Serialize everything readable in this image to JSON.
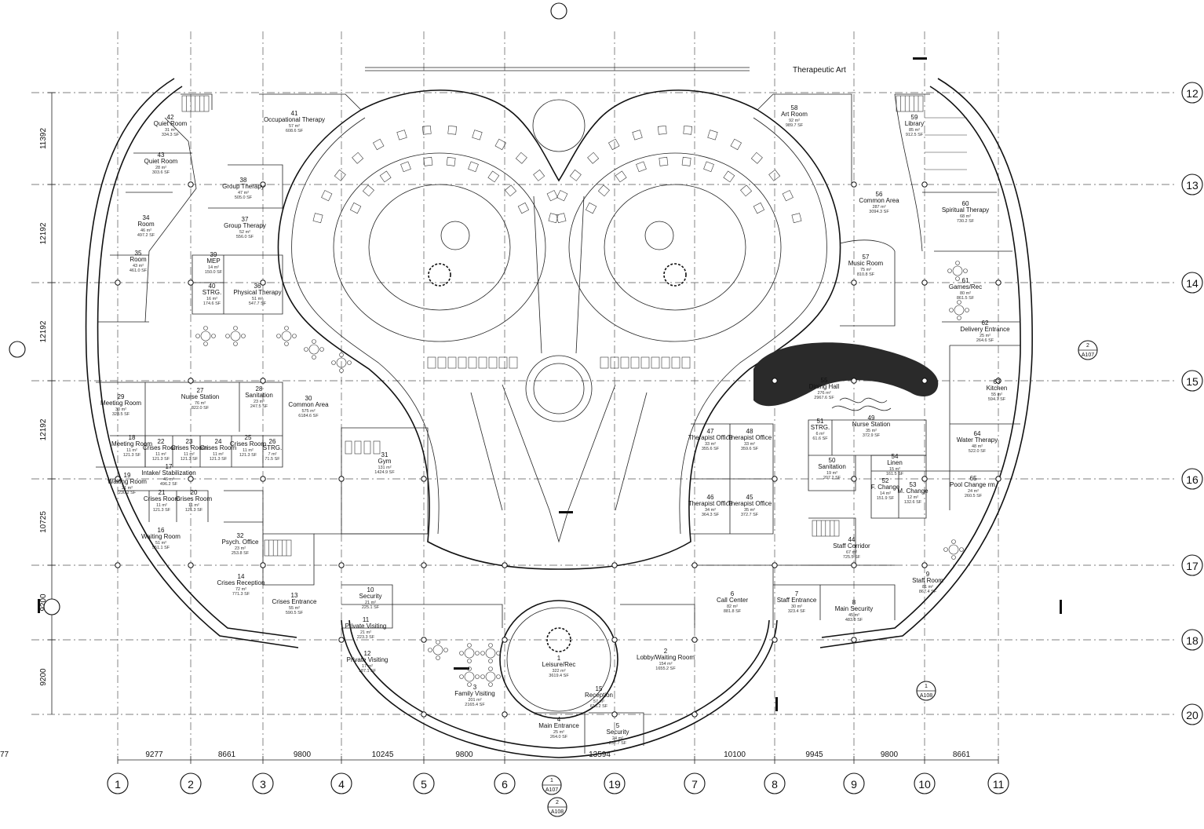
{
  "annotation": "Therapeutic Art",
  "grid_columns": [
    "1",
    "2",
    "3",
    "4",
    "5",
    "6",
    "19",
    "7",
    "8",
    "9",
    "10",
    "11"
  ],
  "grid_rows": [
    "12",
    "13",
    "14",
    "15",
    "16",
    "17",
    "18",
    "20"
  ],
  "horizontal_dimensions": [
    "9277",
    "8661",
    "9800",
    "10245",
    "9800",
    "13594",
    "10100",
    "9945",
    "9800",
    "8661",
    "9277"
  ],
  "vertical_dimensions": [
    "11392",
    "12192",
    "12192",
    "12192",
    "10725",
    "9200",
    "9200"
  ],
  "section_markers": [
    {
      "num": "2",
      "sheet": "A107"
    },
    {
      "num": "1",
      "sheet": "A107"
    },
    {
      "num": "2",
      "sheet": "A108"
    },
    {
      "num": "1",
      "sheet": "A108"
    }
  ],
  "rooms": [
    {
      "num": "41",
      "name": "Occupational Therapy",
      "area": "57 m²\n608.6 SF"
    },
    {
      "num": "42",
      "name": "Quiet Room",
      "area": "31 m²\n334.3 SF"
    },
    {
      "num": "43",
      "name": "Quiet Room",
      "area": "28 m²\n303.6 SF"
    },
    {
      "num": "34",
      "name": "Room",
      "area": "46 m²\n497.2 SF"
    },
    {
      "num": "35",
      "name": "Room",
      "area": "43 m²\n461.0 SF"
    },
    {
      "num": "38",
      "name": "Group Therapy",
      "area": "47 m²\n505.0 SF"
    },
    {
      "num": "37",
      "name": "Group Therapy",
      "area": "52 m²\n556.0 SF"
    },
    {
      "num": "39",
      "name": "MEP",
      "area": "14 m²\n150.0 SF"
    },
    {
      "num": "40",
      "name": "STRG.",
      "area": "16 m²\n174.6 SF"
    },
    {
      "num": "36",
      "name": "Physical Therapy",
      "area": "51 m²\n547.7 SF"
    },
    {
      "num": "29",
      "name": "Meeting Room",
      "area": "30 m²\n328.5 SF"
    },
    {
      "num": "27",
      "name": "Nurse Station",
      "area": "76 m²\n822.0 SF"
    },
    {
      "num": "28",
      "name": "Sanitation",
      "area": "23 m²\n247.5 SF"
    },
    {
      "num": "30",
      "name": "Common Area",
      "area": "575 m²\n6184.6 SF"
    },
    {
      "num": "18",
      "name": "Meeting Room",
      "area": "11 m²\n121.3 SF"
    },
    {
      "num": "22",
      "name": "Crises Room",
      "area": "11 m²\n121.3 SF"
    },
    {
      "num": "23",
      "name": "Crises Room",
      "area": "11 m²\n121.3 SF"
    },
    {
      "num": "24",
      "name": "Crises Room",
      "area": "11 m²\n121.3 SF"
    },
    {
      "num": "25",
      "name": "Crises Room",
      "area": "11 m²\n121.3 SF"
    },
    {
      "num": "26",
      "name": "STRG.",
      "area": "7 m²\n71.5 SF"
    },
    {
      "num": "17",
      "name": "Intake/ Stabilization",
      "area": "46 m²\n496.2 SF"
    },
    {
      "num": "31",
      "name": "Gym",
      "area": "131 m²\n1424.9 SF"
    },
    {
      "num": "19",
      "name": "Waiting Room",
      "area": "21 m²\n230.2 SF"
    },
    {
      "num": "21",
      "name": "Crises Room",
      "area": "11 m²\n121.3 SF"
    },
    {
      "num": "20",
      "name": "Crises Room",
      "area": "11 m²\n121.3 SF"
    },
    {
      "num": "16",
      "name": "Waiting Room",
      "area": "51 m²\n551.1 SF"
    },
    {
      "num": "32",
      "name": "Psych. Office",
      "area": "23 m²\n253.8 SF"
    },
    {
      "num": "14",
      "name": "Crises Reception",
      "area": "72 m²\n771.3 SF"
    },
    {
      "num": "13",
      "name": "Crises Entrance",
      "area": "55 m²\n590.5 SF"
    },
    {
      "num": "10",
      "name": "Security",
      "area": "21 m²\n225.1 SF"
    },
    {
      "num": "11",
      "name": "Private Visiting",
      "area": "21 m²\n223.3 SF"
    },
    {
      "num": "12",
      "name": "Private Visiting",
      "area": "17 m²\n187.1 SF"
    },
    {
      "num": "3",
      "name": "Family Visiting",
      "area": "201 m²\n2165.4 SF"
    },
    {
      "num": "1",
      "name": "Leisure/Rec",
      "area": "322 m²\n3619.4 SF"
    },
    {
      "num": "15",
      "name": "Reception",
      "area": "57 m²\n616.2 SF"
    },
    {
      "num": "2",
      "name": "Lobby/Waiting Room",
      "area": "154 m²\n1655.2 SF"
    },
    {
      "num": "4",
      "name": "Main Entrance",
      "area": "25 m²\n264.0 SF"
    },
    {
      "num": "5",
      "name": "Security",
      "area": "24 m²\n257.7 SF"
    },
    {
      "num": "58",
      "name": "Art Room",
      "area": "92 m²\n989.7 SF"
    },
    {
      "num": "59",
      "name": "Library",
      "area": "85 m²\n912.5 SF"
    },
    {
      "num": "56",
      "name": "Common Area",
      "area": "287 m²\n3094.3 SF"
    },
    {
      "num": "60",
      "name": "Spiritual Therapy",
      "area": "68 m²\n730.2 SF"
    },
    {
      "num": "57",
      "name": "Music Room",
      "area": "75 m²\n810.8 SF"
    },
    {
      "num": "61",
      "name": "Games/Rec",
      "area": "80 m²\n861.5 SF"
    },
    {
      "num": "62",
      "name": "Delivery Entrance",
      "area": "25 m²\n264.6 SF"
    },
    {
      "num": "55",
      "name": "Dining Hall",
      "area": "276 m²\n2967.6 SF"
    },
    {
      "num": "63",
      "name": "Kitchen",
      "area": "55 m²\n594.7 SF"
    },
    {
      "num": "47",
      "name": "Therapist Office",
      "area": "33 m²\n355.6 SF"
    },
    {
      "num": "48",
      "name": "Therapist Office",
      "area": "33 m²\n359.6 SF"
    },
    {
      "num": "51",
      "name": "STRG.",
      "area": "6 m²\n61.6 SF"
    },
    {
      "num": "49",
      "name": "Nurse Station",
      "area": "35 m²\n372.9 SF"
    },
    {
      "num": "64",
      "name": "Water Therapy",
      "area": "48 m²\n522.0 SF"
    },
    {
      "num": "50",
      "name": "Sanitation",
      "area": "19 m²\n207.2 SF"
    },
    {
      "num": "54",
      "name": "Linen",
      "area": "15 m²\n161.5 SF"
    },
    {
      "num": "52",
      "name": "F. Change",
      "area": "14 m²\n151.9 SF"
    },
    {
      "num": "53",
      "name": "M. Change",
      "area": "12 m²\n132.6 SF"
    },
    {
      "num": "65",
      "name": "Pool Change rm.",
      "area": "24 m²\n260.5 SF"
    },
    {
      "num": "46",
      "name": "Therapist Office",
      "area": "34 m²\n364.3 SF"
    },
    {
      "num": "45",
      "name": "Therapist Office",
      "area": "35 m²\n372.7 SF"
    },
    {
      "num": "44",
      "name": "Staff Corridor",
      "area": "67 m²\n725.5 SF"
    },
    {
      "num": "9",
      "name": "Staff Room",
      "area": "81 m²\n867.4 SF"
    },
    {
      "num": "6",
      "name": "Call Center",
      "area": "82 m²\n881.8 SF"
    },
    {
      "num": "7",
      "name": "Staff Entrance",
      "area": "30 m²\n323.4 SF"
    },
    {
      "num": "8",
      "name": "Main Security",
      "area": "45 m²\n483.8 SF"
    }
  ]
}
